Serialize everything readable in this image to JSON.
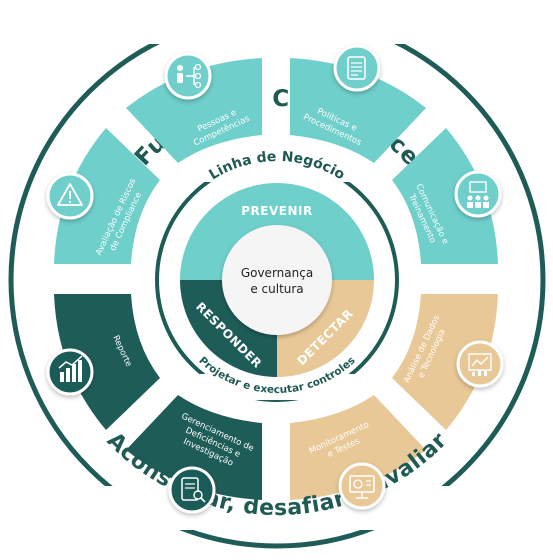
{
  "outer_top_label": "Função de Compliance",
  "outer_bottom_label": "Aconselhar, desafiar e avaliar",
  "ring_top_label": "Linha de Negócio",
  "ring_bottom_label": "Projetar e executar controles",
  "center": {
    "line1": "Governança",
    "line2": "e cultura"
  },
  "core": {
    "prevenir": "PREVENIR",
    "responder": "RESPONDER",
    "detectar": "DETECTAR"
  },
  "segments": {
    "pessoas": {
      "line1": "Pessoas e",
      "line2": "Competências",
      "icon": "people-network-icon"
    },
    "politicas": {
      "line1": "Políticas e",
      "line2": "Procedimentos",
      "icon": "document-icon"
    },
    "comunicacao": {
      "line1": "Comunicação e",
      "line2": "Treinamento",
      "icon": "training-presentation-icon"
    },
    "analise": {
      "line1": "Análise de Dados",
      "line2": "e Tecnologia",
      "icon": "data-chart-icon"
    },
    "monitoramento": {
      "line1": "Monitoramento",
      "line2": "e Testes",
      "icon": "monitor-chart-icon"
    },
    "gerenciamento": {
      "line1": "Gerenciamento de",
      "line2": "Deficiências e",
      "line3": "Investigação",
      "icon": "report-search-icon"
    },
    "reporte": {
      "line1": "Reporte",
      "icon": "bar-chart-icon"
    },
    "avaliacao": {
      "line1": "Avaliação de Riscos",
      "line2": "de Compliance",
      "icon": "warning-icon"
    }
  },
  "colors": {
    "teal": "#6fcfcb",
    "dark_teal": "#1e5c58",
    "beige": "#e8c896",
    "text_dark": "#1f5a55"
  }
}
